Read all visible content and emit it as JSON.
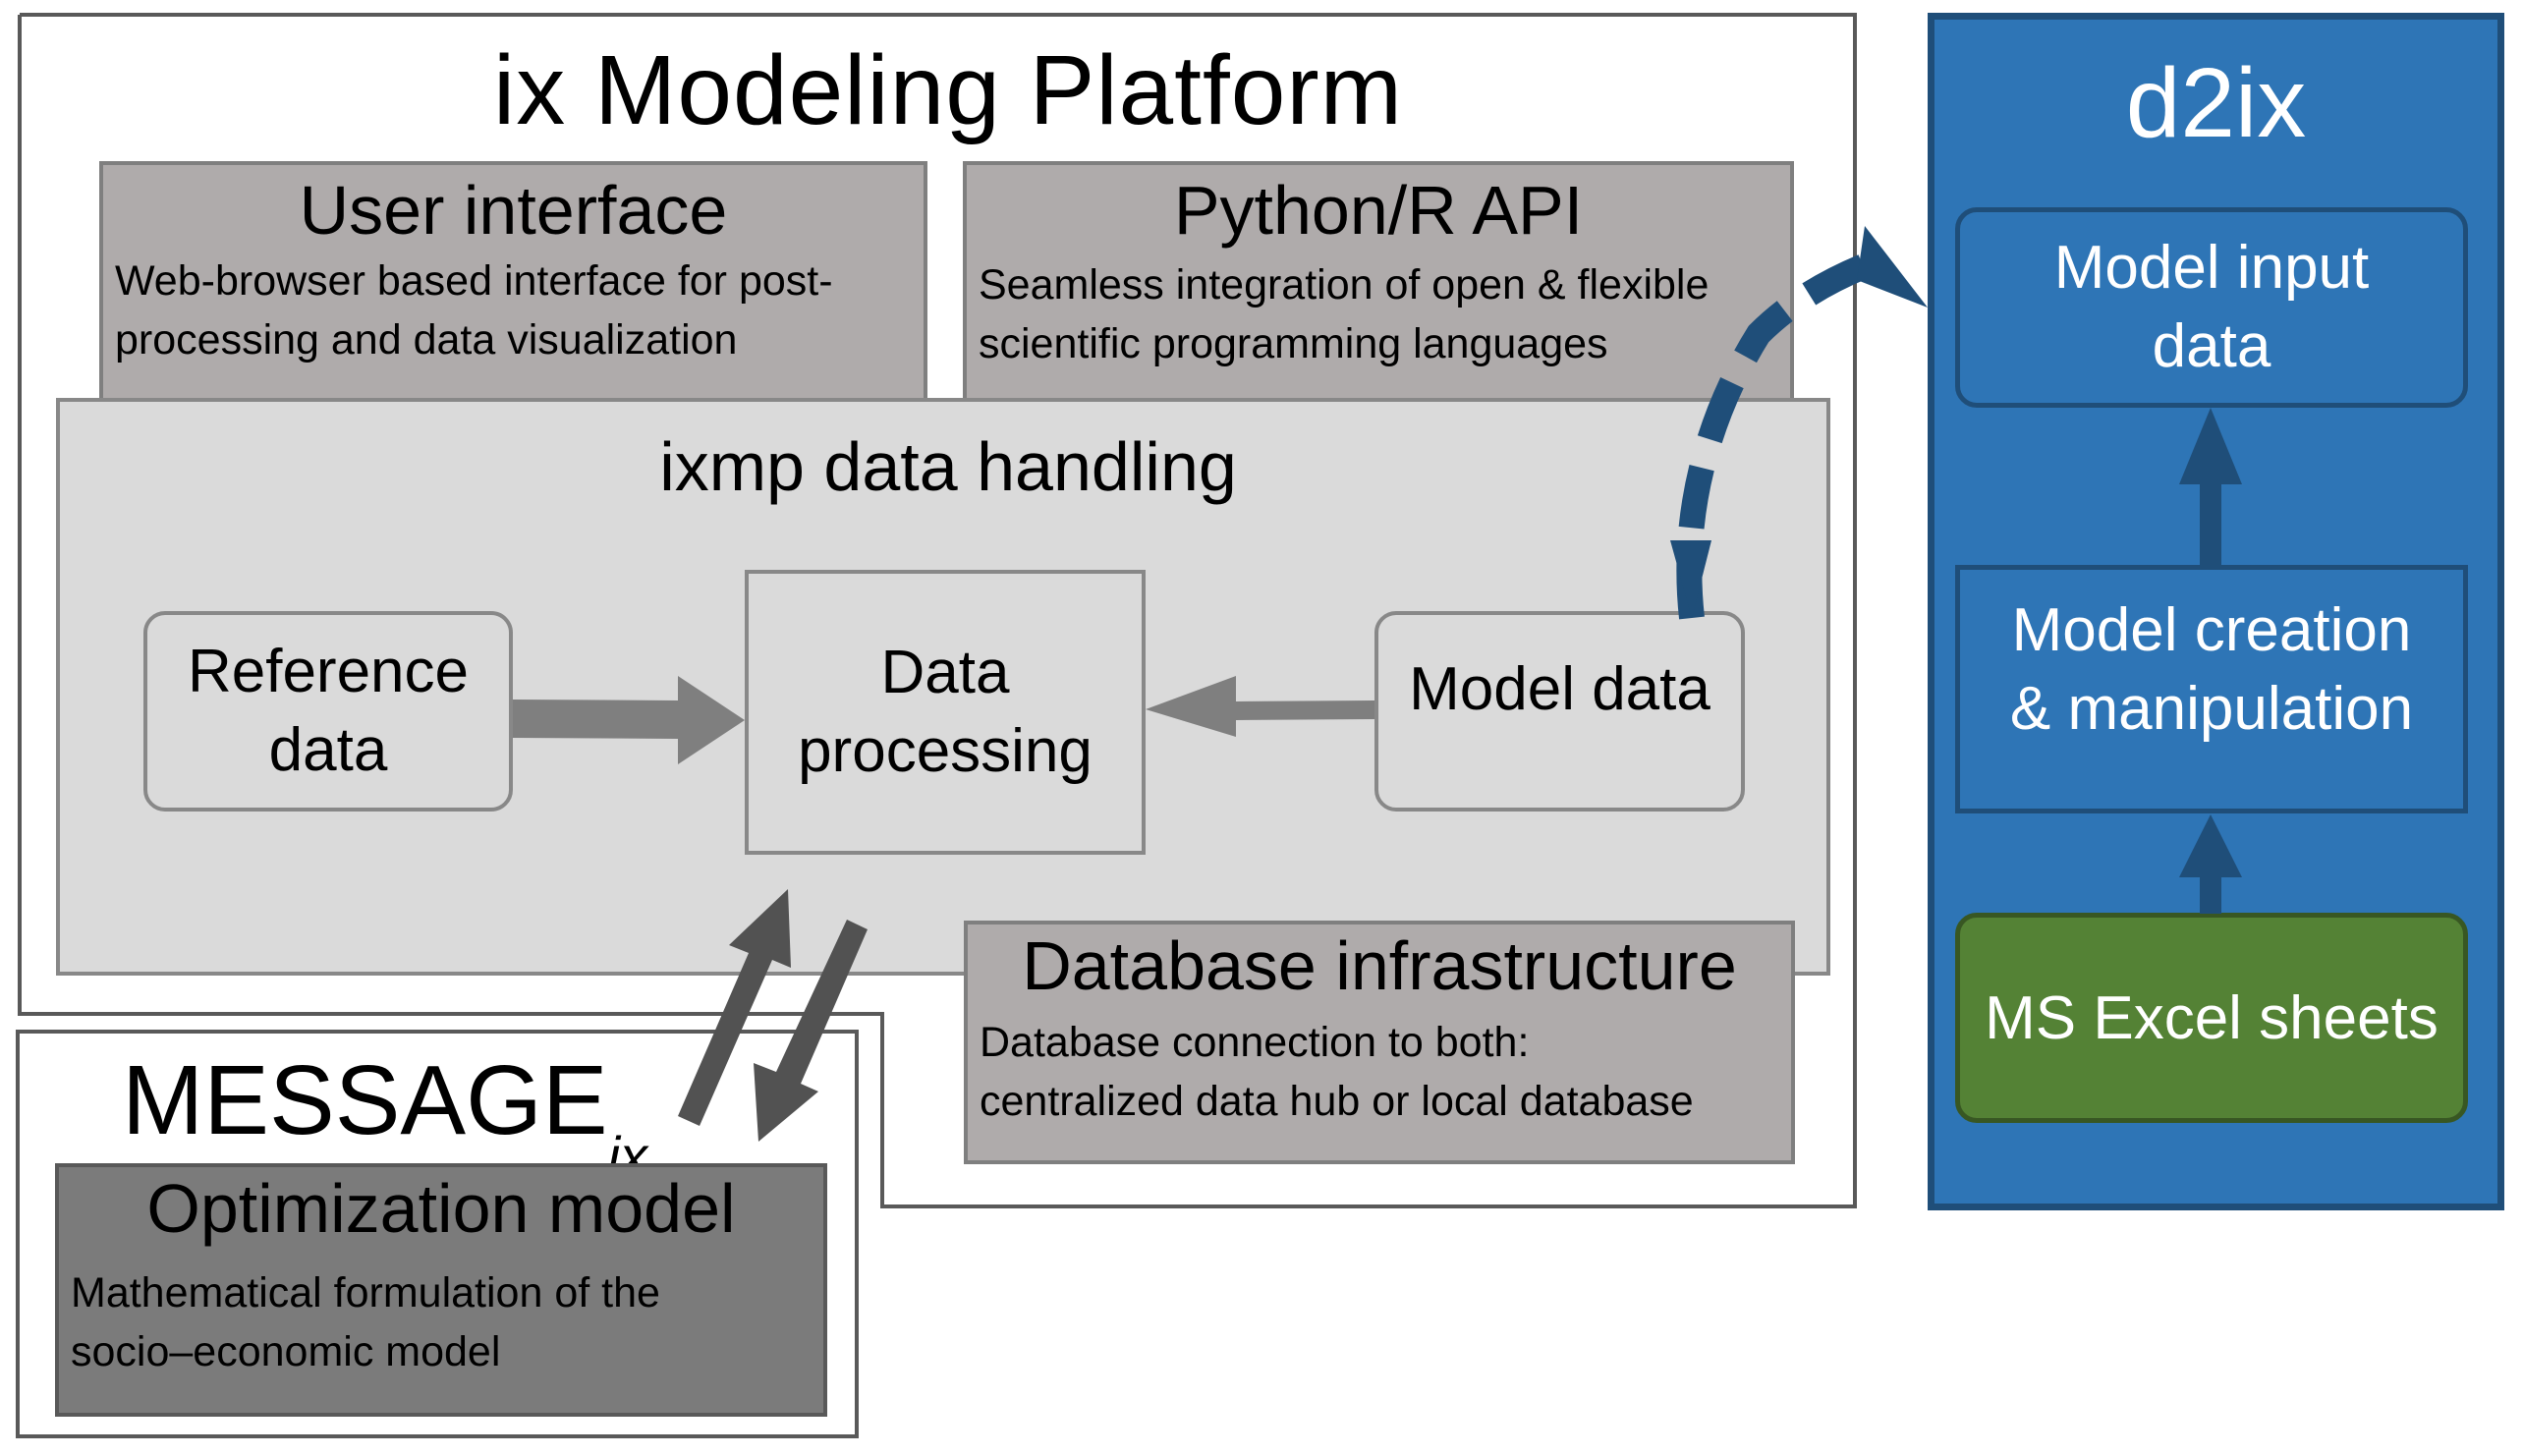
{
  "platform": {
    "title": "ix Modeling Platform"
  },
  "user_interface": {
    "title": "User interface",
    "description_line1": "Web-browser based interface for post-",
    "description_line2": "processing and data visualization"
  },
  "api": {
    "title": "Python/R API",
    "description_line1": "Seamless integration of  open & flexible",
    "description_line2": "scientific programming languages"
  },
  "data_handling": {
    "title": "ixmp data handling",
    "reference_data": [
      "Reference",
      "data"
    ],
    "data_processing": [
      "Data",
      "processing"
    ],
    "model_data": "Model data"
  },
  "database": {
    "title": "Database infrastructure",
    "description_line1": "Database connection to  both:",
    "description_line2": "centralized data hub or local database"
  },
  "message": {
    "title_main": "MESSAGE",
    "title_subscript": "ix",
    "optimization_title": "Optimization model",
    "description_line1": "Mathematical formulation of the",
    "description_line2": "socio–economic model"
  },
  "d2ix": {
    "title": "d2ix",
    "model_input": [
      "Model input",
      "data"
    ],
    "model_creation": [
      "Model creation",
      "& manipulation"
    ],
    "excel": "MS Excel sheets"
  },
  "colors": {
    "d2ix_blue": "#2e75b6",
    "d2ix_border": "#1f4e79",
    "arrow_blue": "#1f4e79",
    "excel_green": "#548235",
    "gray_box": "#afabab",
    "light_box": "#dadada",
    "dark_box": "#7b7b7b",
    "gray_arrow": "#7f7f7f",
    "dark_arrow": "#525252"
  }
}
